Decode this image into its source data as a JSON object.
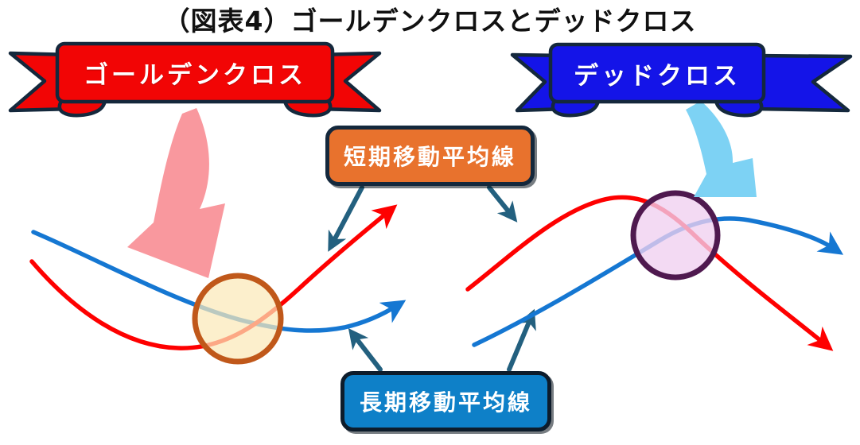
{
  "title": "（図表4）ゴールデンクロスとデッドクロス",
  "banners": {
    "golden_cross": {
      "label": "ゴールデンクロス",
      "fill": "#f20505",
      "outline": "#14283c",
      "text_color": "#ffffff"
    },
    "dead_cross": {
      "label": "デッドクロス",
      "fill": "#1414e8",
      "outline": "#14283c",
      "text_color": "#ffffff"
    }
  },
  "boxes": {
    "short_ma": {
      "label": "短期移動平均線",
      "fill": "#e8722d",
      "outline": "#14283c",
      "text_color": "#ffffff"
    },
    "long_ma": {
      "label": "長期移動平均線",
      "fill": "#0e80c8",
      "outline": "#0d1c2b",
      "text_color": "#ffffff"
    }
  },
  "cross_markers": {
    "golden": {
      "fill": "#fbe9b8",
      "stroke": "#c0581a"
    },
    "dead": {
      "fill": "#f0cfef",
      "stroke": "#4f194f"
    }
  },
  "curves": {
    "short_term_color": "#fe0000",
    "long_term_color": "#1577d2"
  },
  "pointers": {
    "connector_color": "#23607f",
    "golden_arrow_color": "#f9989e",
    "dead_arrow_color": "#7dd2f4"
  }
}
